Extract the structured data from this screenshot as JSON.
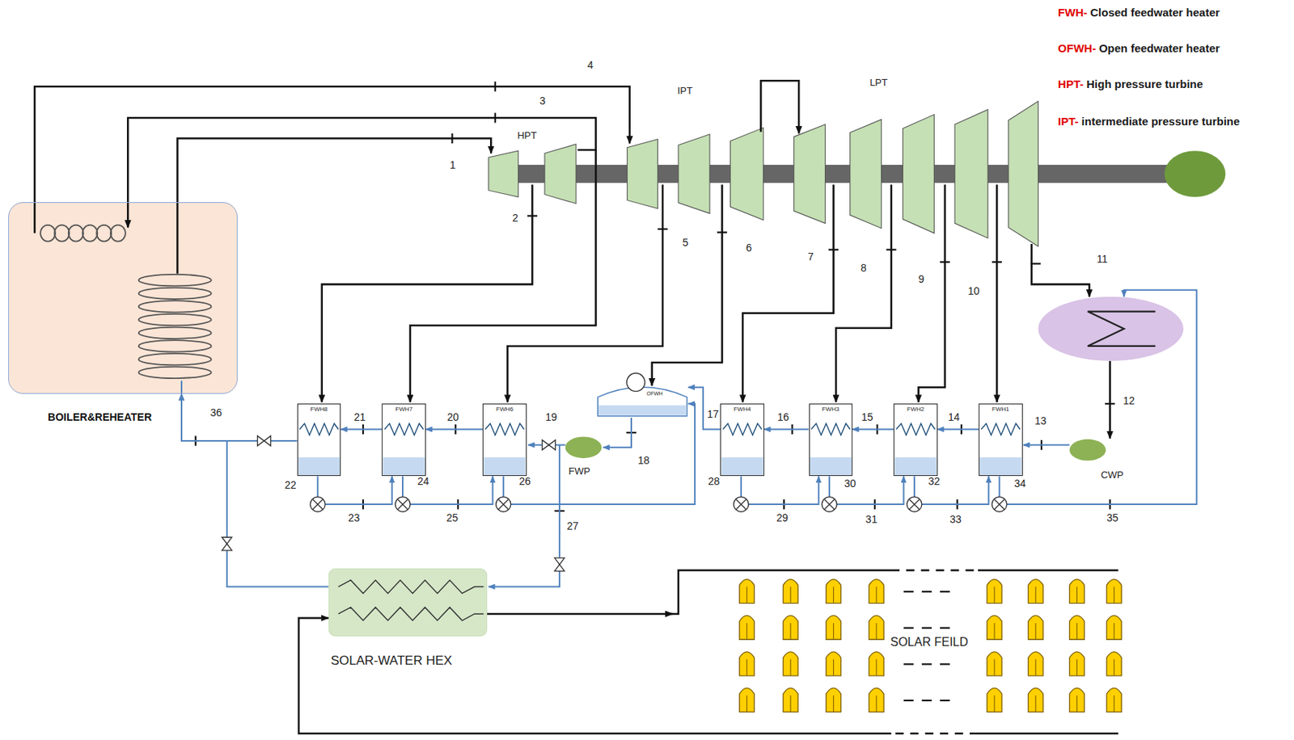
{
  "diagram": {
    "nodes": [
      {
        "text": [
          "BOILER&REHEATER"
        ]
      },
      {
        "text": [
          "FWH8"
        ]
      },
      {
        "text": [
          "FWH7"
        ]
      },
      {
        "text": [
          "FWH6"
        ]
      },
      {
        "text": [
          "OFWH"
        ]
      },
      {
        "text": [
          "FWH4"
        ]
      },
      {
        "text": [
          "FWH3"
        ]
      },
      {
        "text": [
          "FWH2"
        ]
      },
      {
        "text": [
          "FWH1"
        ]
      },
      {
        "text": [
          "SOLAR-WATER HEX"
        ]
      }
    ],
    "edges": [
      {
        "from": 2,
        "to": 1,
        "arrow": "to",
        "label": "21"
      },
      {
        "from": 3,
        "to": 2,
        "arrow": "to",
        "label": "20"
      },
      {
        "from": 5,
        "to": 4,
        "arrow": "to",
        "label": "17"
      },
      {
        "from": 6,
        "to": 5,
        "arrow": "to",
        "label": "16"
      },
      {
        "from": 7,
        "to": 6,
        "arrow": "to",
        "label": "15"
      },
      {
        "from": 8,
        "to": 7,
        "arrow": "to",
        "label": "14"
      },
      {
        "from": 1,
        "to": 0,
        "arrow": "to",
        "label": "36"
      },
      {
        "from": 1,
        "to": 2,
        "arrow": "to",
        "label": "23"
      },
      {
        "from": 2,
        "to": 3,
        "arrow": "to",
        "label": "25"
      },
      {
        "from": 3,
        "to": 4,
        "arrow": "to"
      },
      {
        "from": 5,
        "to": 6,
        "arrow": "to",
        "label": "29"
      },
      {
        "from": 6,
        "to": 7,
        "arrow": "to",
        "label": "31"
      },
      {
        "from": 7,
        "to": 8,
        "arrow": "to",
        "label": "33"
      },
      {
        "from": 9,
        "to": 0,
        "arrow": "to"
      }
    ],
    "labels": [
      "FWH-",
      "Closed feedwater heater",
      "OFWH-",
      "Open feedwater heater",
      "HPT-",
      "High pressure turbine",
      "IPT-",
      "intermediate pressure turbine",
      "1",
      "2",
      "3",
      "4",
      "5",
      "6",
      "7",
      "8",
      "9",
      "10",
      "11",
      "12",
      "13",
      "18",
      "19",
      "22",
      "24",
      "26",
      "27",
      "28",
      "30",
      "32",
      "34",
      "35",
      "HPT",
      "IPT",
      "LPT",
      "FWP",
      "CWP",
      "SOLAR FEILD"
    ]
  }
}
